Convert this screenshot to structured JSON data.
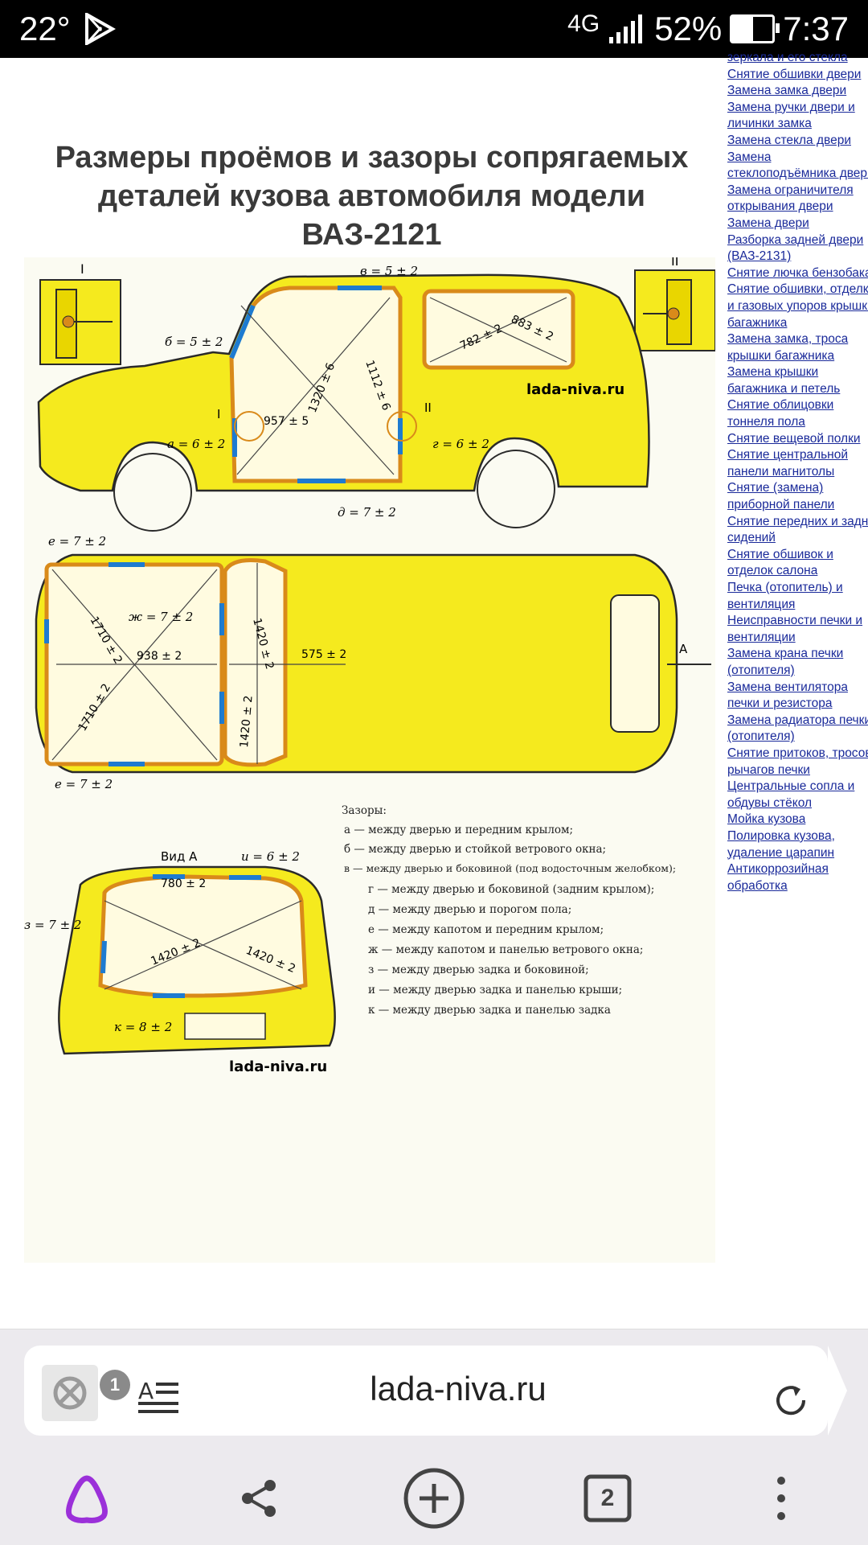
{
  "status_bar": {
    "temperature": "22°",
    "network": "4G",
    "battery": "52%",
    "battery_level": 0.52,
    "time": "7:37"
  },
  "page": {
    "title": "Размеры проёмов и зазоры сопрягаемых деталей кузова автомобиля модели ВАЗ-2121",
    "sidebar_links": [
      "зеркала и его стекла",
      "Снятие обшивки двери",
      "Замена замка двери",
      "Замена ручки двери и",
      "личинки замка",
      "Замена стекла двери",
      "Замена",
      "стеклоподъёмника двери",
      "Замена ограничителя",
      "открывания двери",
      "Замена двери",
      "Разборка задней двери",
      "(ВАЗ-2131)",
      "Снятие лючка бензобака",
      "Снятие обшивки, отделки",
      "и газовых упоров крышки",
      "багажника",
      "Замена замка, троса",
      "крышки багажника",
      "Замена крышки",
      "багажника и петель",
      "Снятие облицовки",
      "тоннеля пола",
      "Снятие вещевой полки",
      "Снятие центральной",
      "панели магнитолы",
      "Снятие (замена)",
      "приборной панели",
      "Снятие передних и задних",
      "сидений",
      "Снятие обшивок и",
      "отделок салона",
      "Печка (отопитель) и",
      "вентиляция",
      "Неисправности печки и",
      "вентиляции",
      "Замена крана печки",
      "(отопителя)",
      "Замена вентилятора",
      "печки и резистора",
      "Замена радиатора печки",
      "(отопителя)",
      "Снятие притоков, тросов,",
      "рычагов печки",
      "Центральные сопла и",
      "обдувы стёкол",
      "Мойка кузова",
      "Полировка кузова,",
      "удаление царапин",
      "Антикоррозийная",
      "обработка"
    ]
  },
  "diagram": {
    "watermark": "lada-niva.ru",
    "labels": {
      "roman_1": "I",
      "roman_2": "II",
      "b": "б = 5 ± 2",
      "v": "в = 5 ± 2",
      "a": "а = 6 ± 2",
      "g": "г = 6 ± 2",
      "d": "д = 7 ± 2",
      "dim_957": "957 ± 5",
      "dim_1320": "1320 ± 6",
      "dim_1112": "1112 ± 6",
      "dim_782": "782 ± 2",
      "dim_883": "883 ± 2",
      "e_top": "е = 7 ± 2",
      "e_bottom": "е = 7 ± 2",
      "zh": "ж = 7 ± 2",
      "dim_1710a": "1710 ± 2",
      "dim_1710b": "1710 ± 2",
      "dim_938": "938 ± 2",
      "dim_1420a": "1420 ± 2",
      "dim_1420b": "1420 ± 2",
      "dim_575": "575 ± 2",
      "arrow_a": "А",
      "view_a": "Вид А",
      "i": "и = 6 ± 2",
      "dim_780": "780 ± 2",
      "z": "з = 7 ± 2",
      "dim_1420c": "1420 ± 2",
      "dim_1420d": "1420 ± 2",
      "k": "к = 8 ± 2"
    },
    "legend_title": "Зазоры:",
    "legend": [
      "а — между дверью и передним крылом;",
      "б — между дверью и стойкой ветрового окна;",
      "в — между дверью и боковиной (под водосточным желобком);",
      "г — между дверью и боковиной (задним крылом);",
      "д — между дверью и порогом пола;",
      "е — между капотом и передним крылом;",
      "ж — между капотом и панелью ветрового окна;",
      "з — между дверью задка и боковиной;",
      "и — между дверью задка и панелью крыши;",
      "к — между дверью задка и панелью задка"
    ]
  },
  "browser": {
    "ad_block_count": "1",
    "url": "lada-niva.ru",
    "tabs_count": "2",
    "accent_color": "#9b30d9"
  },
  "colors": {
    "car_body": "#f5ea1e",
    "car_outline": "#2a2a2a",
    "seal": "#d98a1a",
    "gap_mark": "#1e7bd0",
    "link": "#1a2a9a"
  }
}
